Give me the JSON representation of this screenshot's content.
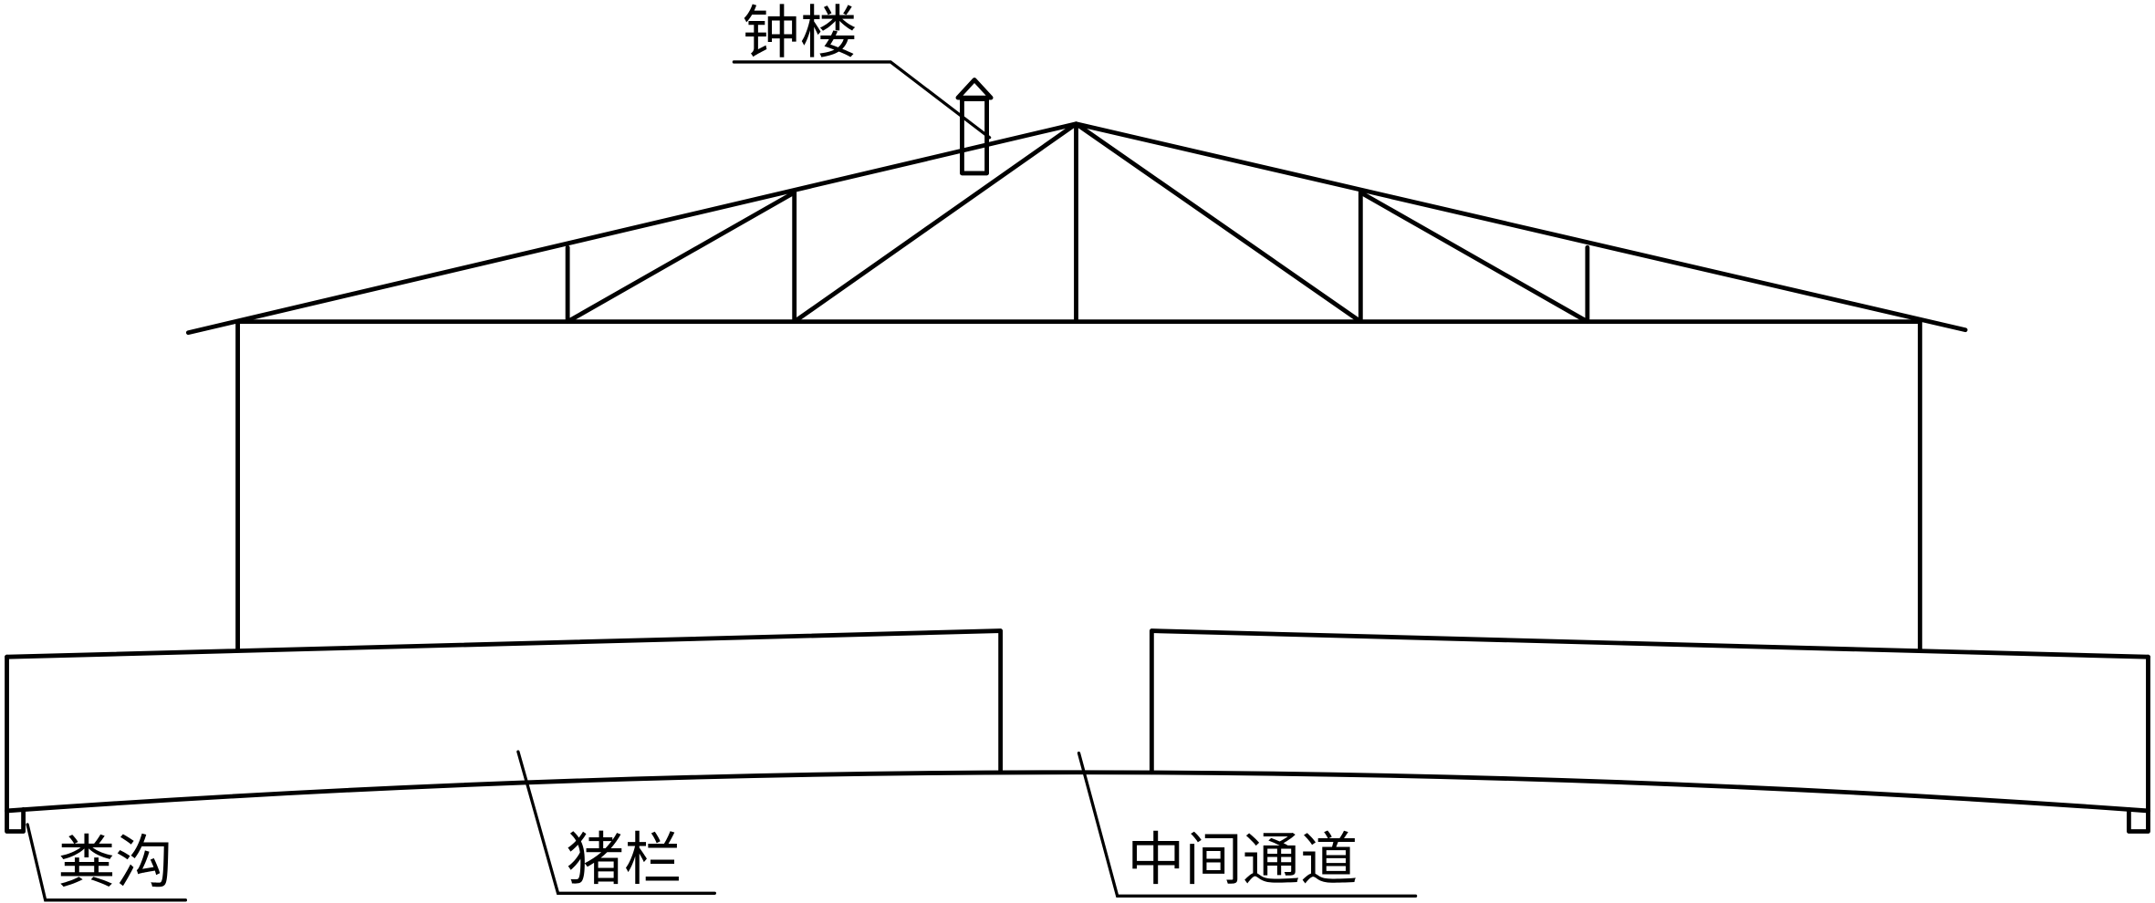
{
  "diagram": {
    "type": "pig barn cross-section",
    "labels": {
      "bell_tower": "钟楼",
      "manure_ditch": "粪沟",
      "pig_pen": "猪栏",
      "middle_aisle": "中间通道"
    }
  }
}
